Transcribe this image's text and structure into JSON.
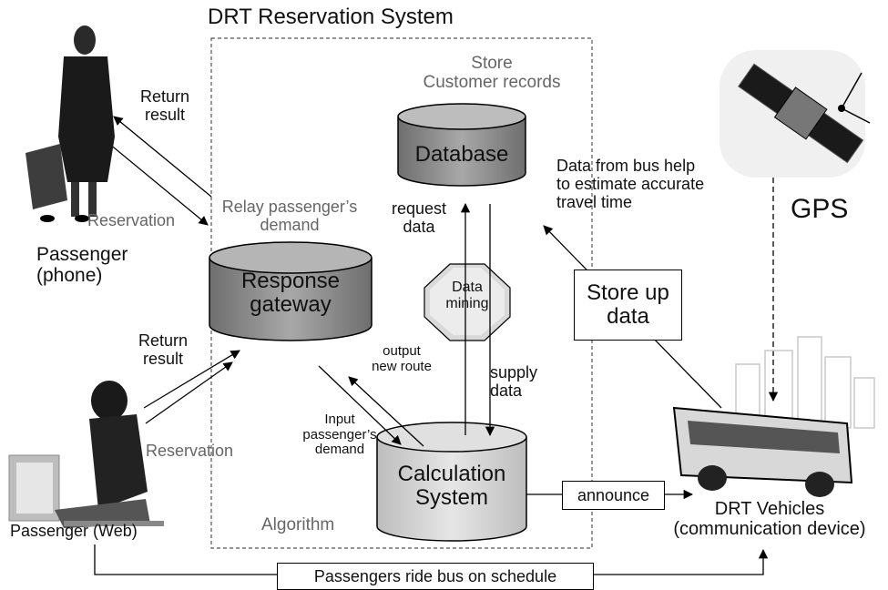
{
  "title": "DRT Reservation System",
  "nodes": {
    "database": "Database",
    "store_label": "Store\nCustomer records",
    "response_gateway": "Response\ngateway",
    "relay_label": "Relay passenger’s\ndemand",
    "calculation": "Calculation\nSystem",
    "algorithm": "Algorithm",
    "data_mining": "Data\nmining",
    "gps": "GPS",
    "store_up": "Store up\ndata",
    "announce": "announce",
    "drt_vehicles": "DRT Vehicles\n(communication device)",
    "passenger_phone": "Passenger\n(phone)",
    "passenger_web": "Passenger (Web)"
  },
  "flows": {
    "return_result_top": "Return\nresult",
    "reservation_top": "Reservation",
    "return_result_bottom": "Return\nresult",
    "reservation_bottom": "Reservation",
    "request_data": "request\ndata",
    "supply_data": "supply\ndata",
    "output_new_route": "output\nnew route",
    "input_demand": "Input\npassenger’s\ndemand",
    "bus_data": "Data from bus help\nto estimate accurate\ntravel time",
    "ride_schedule": "Passengers ride bus on schedule"
  },
  "colors": {
    "cylinder_dark": "#8c8c8c",
    "cylinder_light": "#d4d4d4",
    "outline": "#000000"
  }
}
